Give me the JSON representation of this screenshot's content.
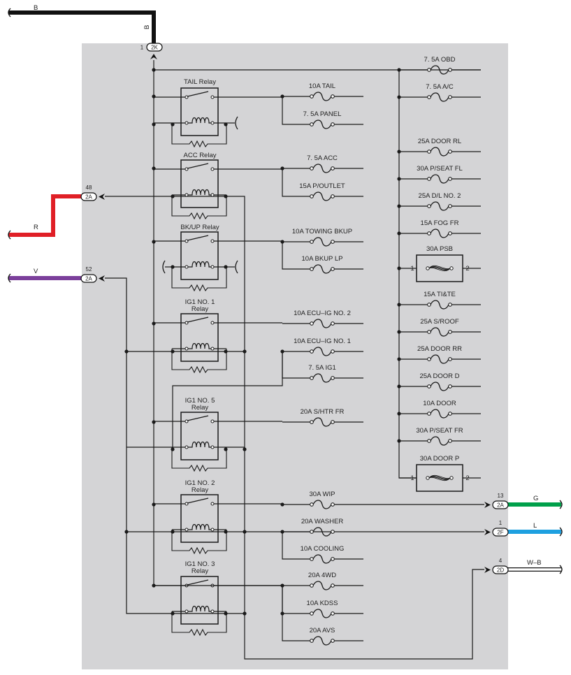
{
  "colors": {
    "panel": "#d4d4d6",
    "wire": "#1a1a1a",
    "wire_B": "#111111",
    "wire_R": "#e01f26",
    "wire_V": "#7b3f9b",
    "wire_G": "#00a04a",
    "wire_L": "#1ea0e0",
    "wire_WB": "#ffffff"
  },
  "connectors": {
    "c2K": {
      "id": "2K",
      "pin": "1"
    },
    "c2A_48": {
      "id": "2A",
      "pin": "48"
    },
    "c2A_52": {
      "id": "2A",
      "pin": "52"
    },
    "c2A_13": {
      "id": "2A",
      "pin": "13"
    },
    "c2F": {
      "id": "2F",
      "pin": "1"
    },
    "c2D": {
      "id": "2D",
      "pin": "4"
    }
  },
  "wires": {
    "B": "B",
    "R": "R",
    "V": "V",
    "G": "G",
    "L": "L",
    "WB": "W–B"
  },
  "relays": {
    "tail": {
      "line1": "TAIL Relay",
      "line2": ""
    },
    "acc": {
      "line1": "ACC Relay",
      "line2": ""
    },
    "bkup": {
      "line1": "BK/UP Relay",
      "line2": ""
    },
    "ig1no1": {
      "line1": "IG1 NO. 1",
      "line2": "Relay"
    },
    "ig1no5": {
      "line1": "IG1 NO. 5",
      "line2": "Relay"
    },
    "ig1no2": {
      "line1": "IG1 NO. 2",
      "line2": "Relay"
    },
    "ig1no3": {
      "line1": "IG1 NO. 3",
      "line2": "Relay"
    }
  },
  "fuses_left": {
    "tail": "10A TAIL",
    "panel": "7. 5A PANEL",
    "acc": "7. 5A ACC",
    "poutlet": "15A P/OUTLET",
    "towing": "10A TOWING BKUP",
    "bkuplp": "10A BKUP LP",
    "ecuig2": "10A ECU–IG NO. 2",
    "ecuig1": "10A ECU–IG NO. 1",
    "ig1": "7. 5A IG1",
    "shtr": "20A S/HTR FR",
    "wip": "30A WIP",
    "washer": "20A WASHER",
    "cooling": "10A COOLING",
    "4wd": "20A 4WD",
    "kdss": "10A KDSS",
    "avs": "20A AVS"
  },
  "fuses_right": {
    "obd": "7. 5A OBD",
    "ac": "7. 5A A/C",
    "doorrl": "25A DOOR RL",
    "pseatfl": "30A P/SEAT FL",
    "dlno2": "25A D/L NO. 2",
    "fogfr": "15A FOG FR",
    "psb": "30A PSB",
    "tite": "15A TI&TE",
    "sroof": "25A S/ROOF",
    "doorrr": "25A DOOR RR",
    "doord": "25A DOOR D",
    "door": "10A DOOR",
    "pseatfr": "30A P/SEAT FR",
    "doorp": "30A DOOR P"
  },
  "fusible_pins": {
    "in": "1",
    "out": "2"
  }
}
